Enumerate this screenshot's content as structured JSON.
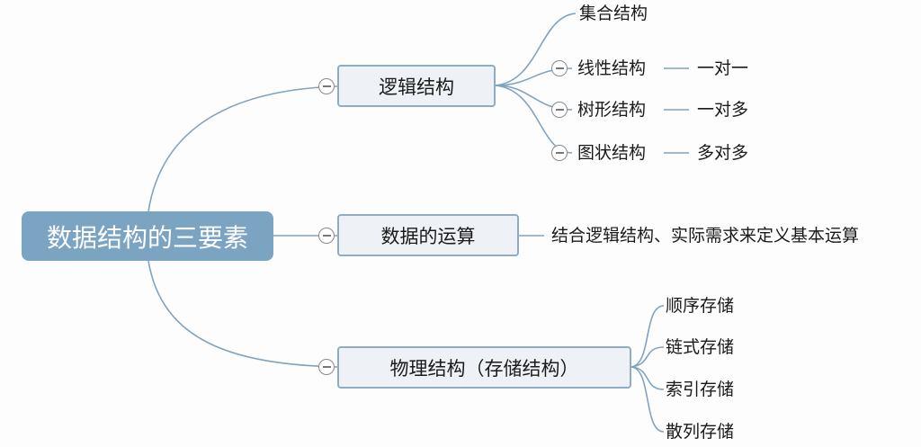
{
  "mindmap": {
    "root": "数据结构的三要素",
    "branches": [
      {
        "label": "逻辑结构",
        "children": [
          {
            "label": "集合结构"
          },
          {
            "label": "线性结构",
            "detail": "一对一"
          },
          {
            "label": "树形结构",
            "detail": "一对多"
          },
          {
            "label": "图状结构",
            "detail": "多对多"
          }
        ]
      },
      {
        "label": "数据的运算",
        "children": [
          {
            "label": "结合逻辑结构、实际需求来定义基本运算"
          }
        ]
      },
      {
        "label": "物理结构（存储结构）",
        "children": [
          {
            "label": "顺序存储"
          },
          {
            "label": "链式存储"
          },
          {
            "label": "索引存储"
          },
          {
            "label": "散列存储"
          }
        ]
      }
    ]
  },
  "colors": {
    "root_fill": "#7ba3c2",
    "branch_fill": "#eef2f6",
    "branch_border": "#8eacc4",
    "connector": "#7fa3bf"
  }
}
